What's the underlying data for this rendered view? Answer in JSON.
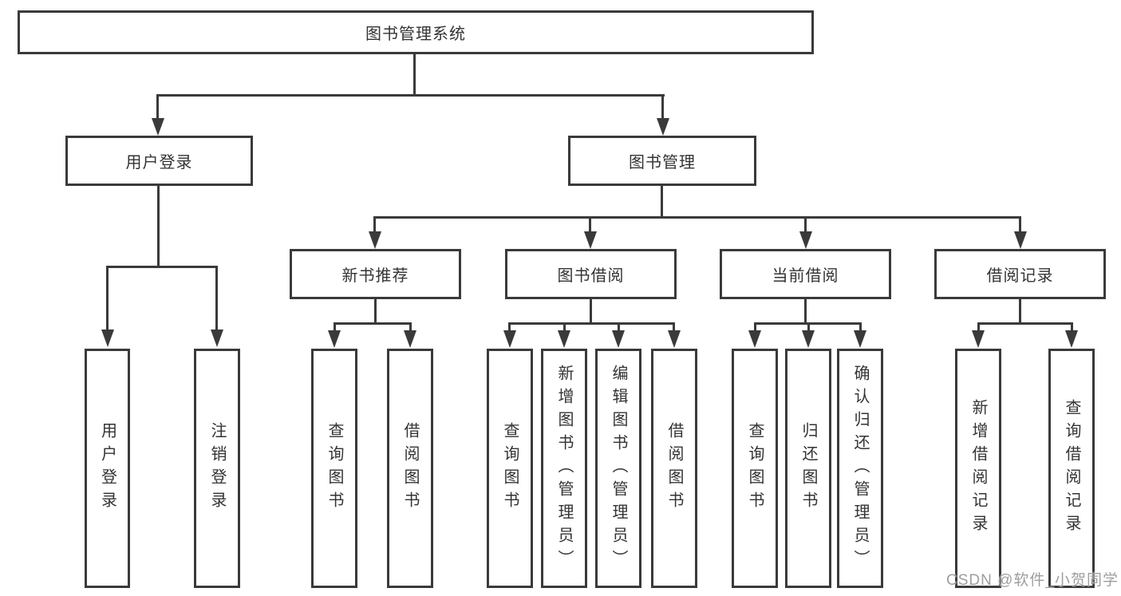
{
  "nodes": {
    "root": "图书管理系统",
    "level2": [
      "用户登录",
      "图书管理"
    ],
    "level3": [
      "新书推荐",
      "图书借阅",
      "当前借阅",
      "借阅记录"
    ],
    "leaves": {
      "userLogin": [
        "用户登录",
        "注销登录"
      ],
      "newBook": [
        "查询图书",
        "借阅图书"
      ],
      "bookBorrow": [
        "查询图书",
        "新增图书（管理员）",
        "编辑图书（管理员）",
        "借阅图书"
      ],
      "currentBorrow": [
        "查询图书",
        "归还图书",
        "确认归还（管理员）"
      ],
      "borrowRecord": [
        "新增借阅记录",
        "查询借阅记录"
      ]
    }
  },
  "watermark": "CSDN @软件_小贺同学",
  "colors": {
    "line": "#3a3a3a",
    "text": "#333333",
    "watermark": "#9e9e9e",
    "background": "#ffffff"
  }
}
